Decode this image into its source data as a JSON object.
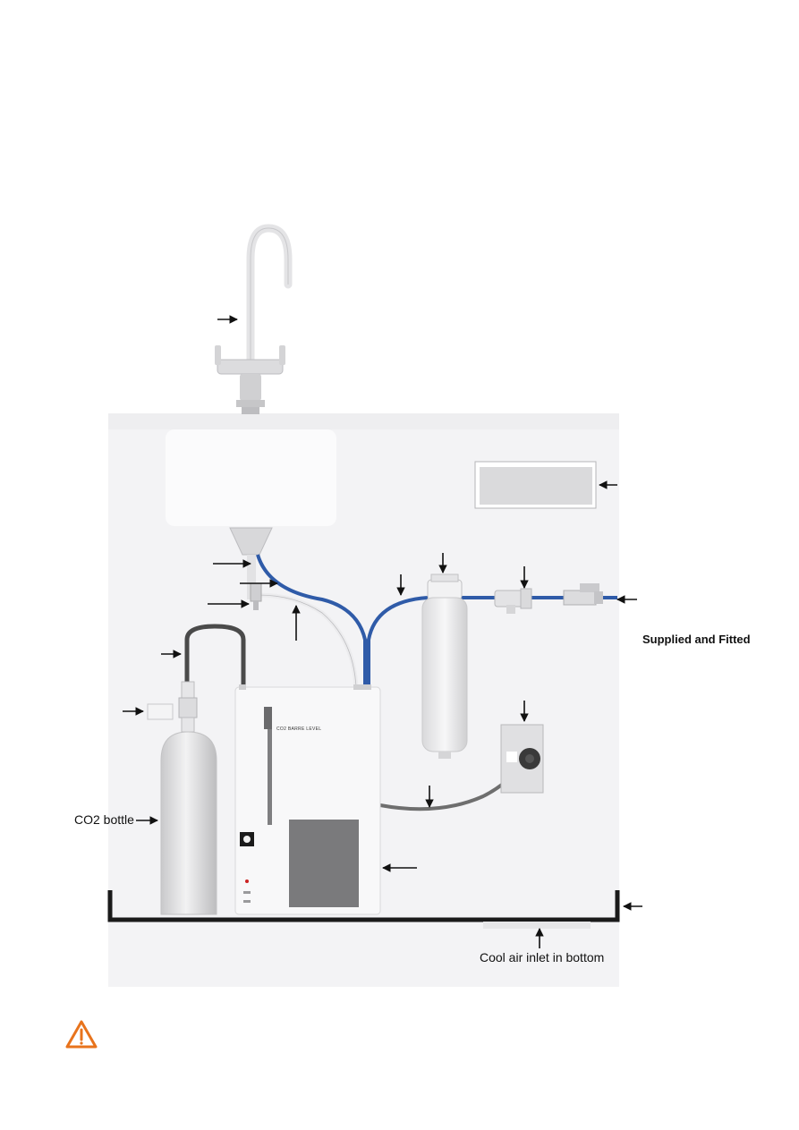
{
  "labels": {
    "co2_bottle": "CO2 bottle",
    "supplied_and_fitted": "Supplied and Fitted",
    "cool_air_inlet": "Cool air inlet in bottom",
    "co2_gauge_text": "CO2 BARRE LEVEL"
  },
  "icons": {
    "warning": "warning-triangle-icon"
  },
  "colors": {
    "blue_pipe": "#2f5ba8",
    "grey_pipe": "#6e6e6e",
    "dark_pipe": "#4a4a4a",
    "cabinet": "#f1f1f3",
    "unit_panel": "#7a7a7c",
    "warning": "#e8731c"
  }
}
